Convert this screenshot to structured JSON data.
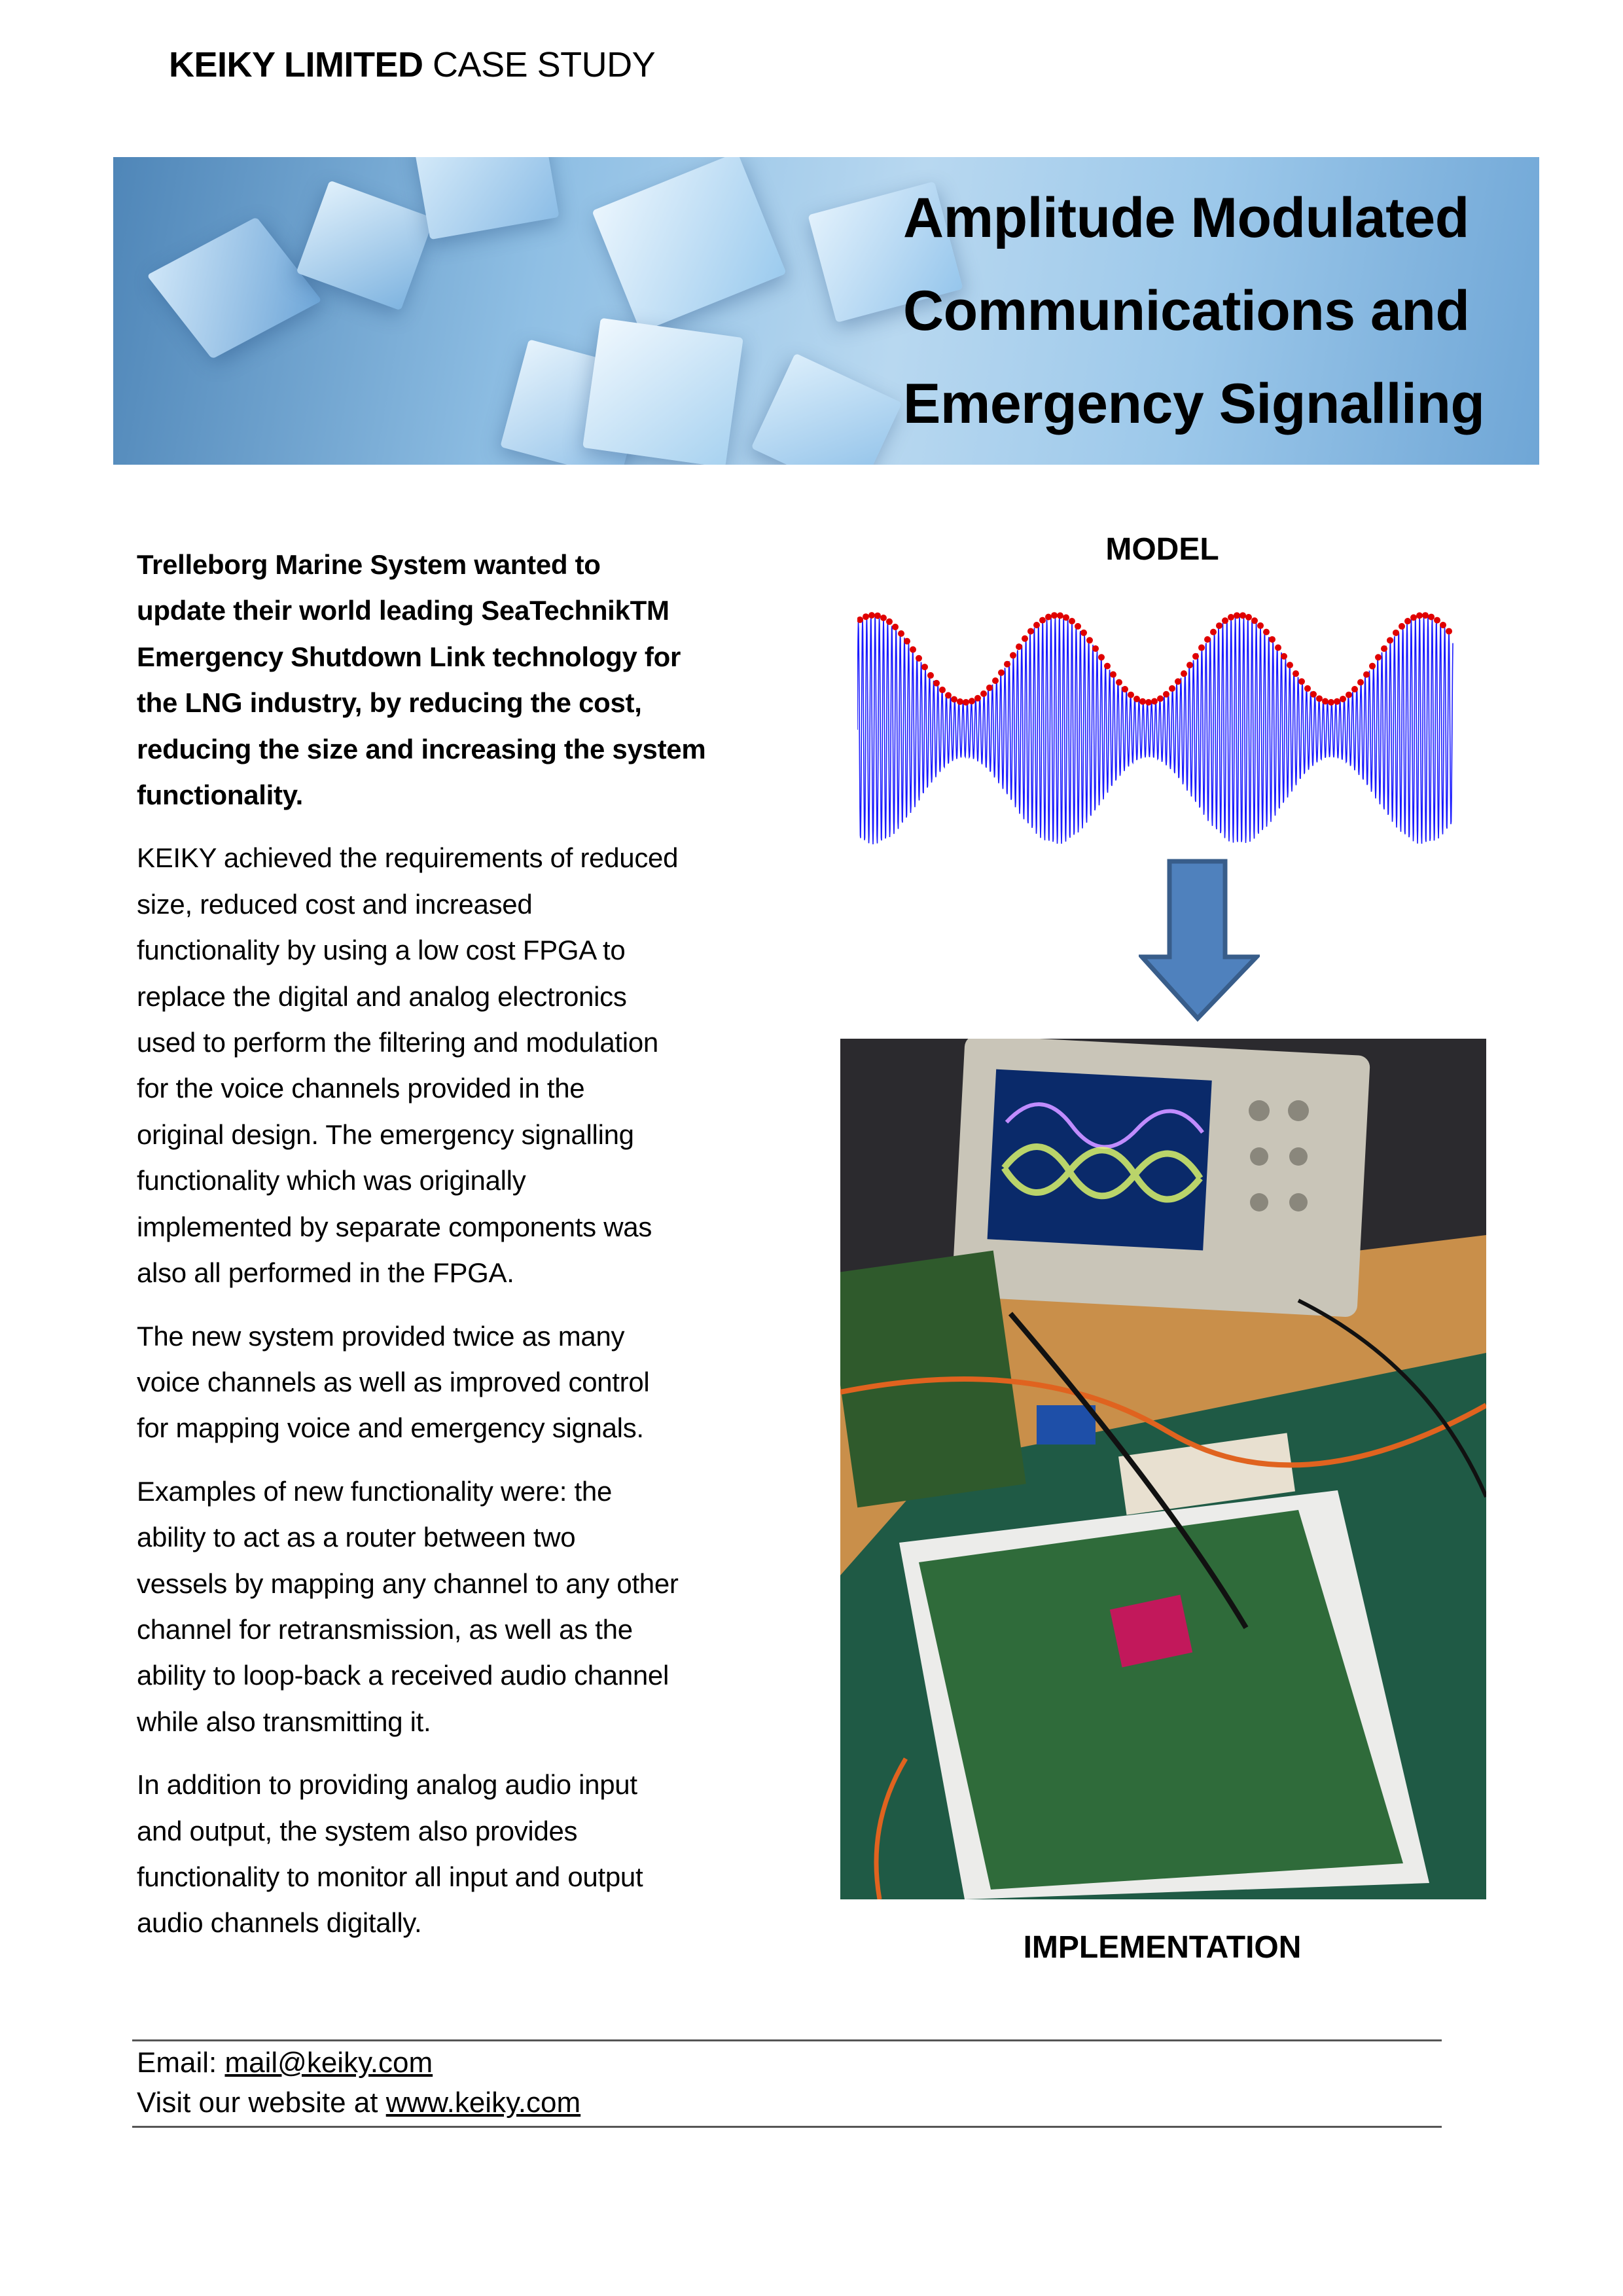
{
  "header": {
    "brand": "KEIKY LIMITED",
    "label": " CASE STUDY"
  },
  "banner": {
    "title_lines": [
      "Amplitude Modulated",
      "Communications and",
      "Emergency Signalling"
    ]
  },
  "body": {
    "paragraphs": [
      {
        "bold": true,
        "lines": [
          "Trelleborg Marine System wanted to",
          "update their world leading SeaTechnikTM",
          "Emergency Shutdown Link technology for",
          "the LNG industry, by reducing the cost,",
          "reducing the size and increasing the system",
          "functionality."
        ]
      },
      {
        "bold": false,
        "lines": [
          "KEIKY achieved the requirements of reduced",
          "size, reduced cost and increased",
          "functionality by using a low cost FPGA to",
          "replace the digital and analog electronics",
          "used to perform the filtering and modulation",
          "for the voice channels provided in the",
          "original design.  The emergency signalling",
          "functionality which was originally",
          "implemented by separate components was",
          "also all performed in the FPGA."
        ]
      },
      {
        "bold": false,
        "lines": [
          "The new system provided twice as many",
          "voice channels as well as improved control",
          "for mapping voice and emergency signals."
        ]
      },
      {
        "bold": false,
        "lines": [
          "Examples of new functionality were: the",
          "ability to act as a router between two",
          "vessels by mapping any channel to any other",
          "channel for retransmission, as well as the",
          "ability to loop-back a received audio channel",
          "while also transmitting it."
        ]
      },
      {
        "bold": false,
        "lines": [
          "In addition to providing analog audio input",
          "and output, the system also provides",
          "functionality to monitor all input and output",
          "audio channels digitally."
        ]
      }
    ]
  },
  "figure": {
    "model_label": "MODEL",
    "implementation_label": "IMPLEMENTATION",
    "colors": {
      "carrier": "#1a1aff",
      "envelope": "#e00000",
      "arrow_fill": "#4f81bd",
      "arrow_stroke": "#385d8a"
    }
  },
  "footer": {
    "email_prefix": "Email: ",
    "email": "mail@keiky.com",
    "website_prefix": "Visit our website at ",
    "website": "www.keiky.com"
  }
}
